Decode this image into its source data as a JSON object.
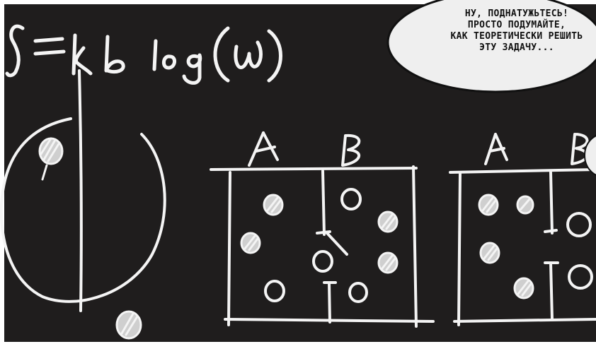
{
  "panel": {
    "formula": "S = k_b log(ω)",
    "box1": {
      "label_a": "A",
      "label_b": "B"
    },
    "box2": {
      "label_a": "A",
      "label_b": "B"
    }
  },
  "speech_bubble": {
    "lines": [
      "НУ, ПОДНАТУЖЬТЕСЬ!",
      "ПРОСТО ПОДУМАЙТЕ,",
      "КАК ТЕОРЕТИЧЕСКИ РЕШИТЬ",
      "ЭТУ ЗАДАЧУ..."
    ]
  },
  "colors": {
    "board": "#1f1d1d",
    "chalk": "#f4f4f4",
    "bubble": "#efefef"
  }
}
